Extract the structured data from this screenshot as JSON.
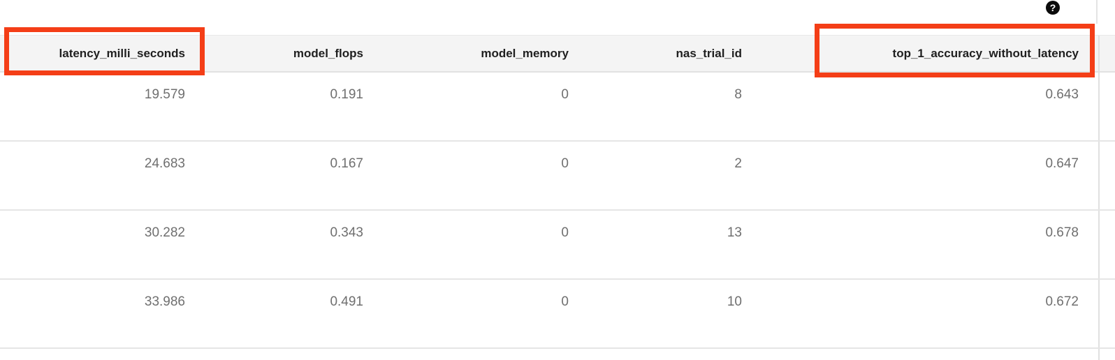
{
  "help": {
    "label": "?"
  },
  "table": {
    "columns": [
      {
        "label": "latency_milli_seconds",
        "highlighted": true
      },
      {
        "label": "model_flops",
        "highlighted": false
      },
      {
        "label": "model_memory",
        "highlighted": false
      },
      {
        "label": "nas_trial_id",
        "highlighted": false
      },
      {
        "label": "top_1_accuracy_without_latency",
        "highlighted": true
      }
    ],
    "rows": [
      [
        "19.579",
        "0.191",
        "0",
        "8",
        "0.643"
      ],
      [
        "24.683",
        "0.167",
        "0",
        "2",
        "0.647"
      ],
      [
        "30.282",
        "0.343",
        "0",
        "13",
        "0.678"
      ],
      [
        "33.986",
        "0.491",
        "0",
        "10",
        "0.672"
      ]
    ]
  },
  "annotations": {
    "highlight_color": "#f43e17",
    "highlighted_columns": [
      "latency_milli_seconds",
      "top_1_accuracy_without_latency"
    ]
  },
  "colors": {
    "header_bg": "#f4f4f4",
    "row_border": "#e5e5e5",
    "header_text": "#1f1f1f",
    "cell_text": "#6f6f6f",
    "help_icon_bg": "#0b0b0b"
  }
}
